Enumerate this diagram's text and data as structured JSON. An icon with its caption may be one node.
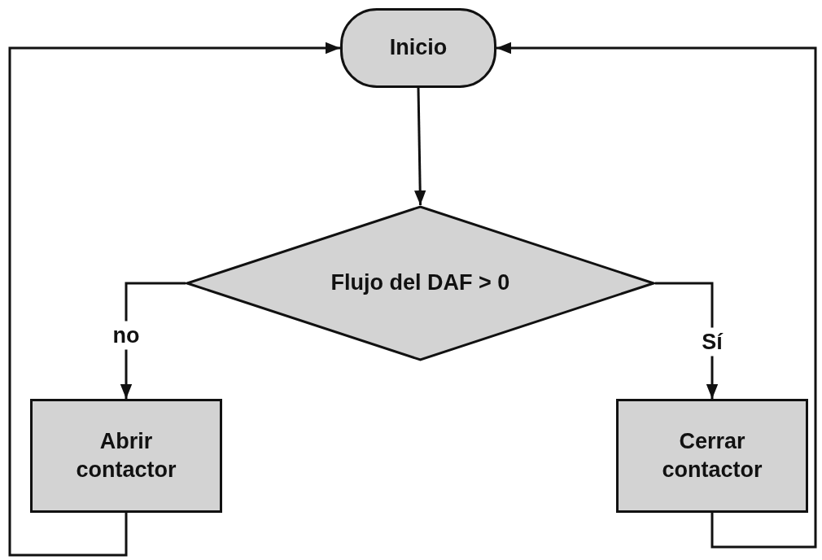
{
  "diagram": {
    "nodes": [
      {
        "text": [
          "Inicio"
        ]
      },
      {
        "text": [
          "Flujo del DAF > 0"
        ]
      },
      {
        "text": [
          "Abrir contactor"
        ]
      },
      {
        "text": [
          "Cerrar contactor"
        ]
      }
    ],
    "edges": [
      {
        "from": 0,
        "to": 1,
        "arrow": "to"
      },
      {
        "from": 1,
        "to": 2,
        "arrow": "to",
        "label": "no"
      },
      {
        "from": 1,
        "to": 3,
        "arrow": "to",
        "label": "Sí"
      },
      {
        "from": 2,
        "to": 0,
        "arrow": "to"
      },
      {
        "from": 3,
        "to": 0,
        "arrow": "to"
      }
    ]
  }
}
